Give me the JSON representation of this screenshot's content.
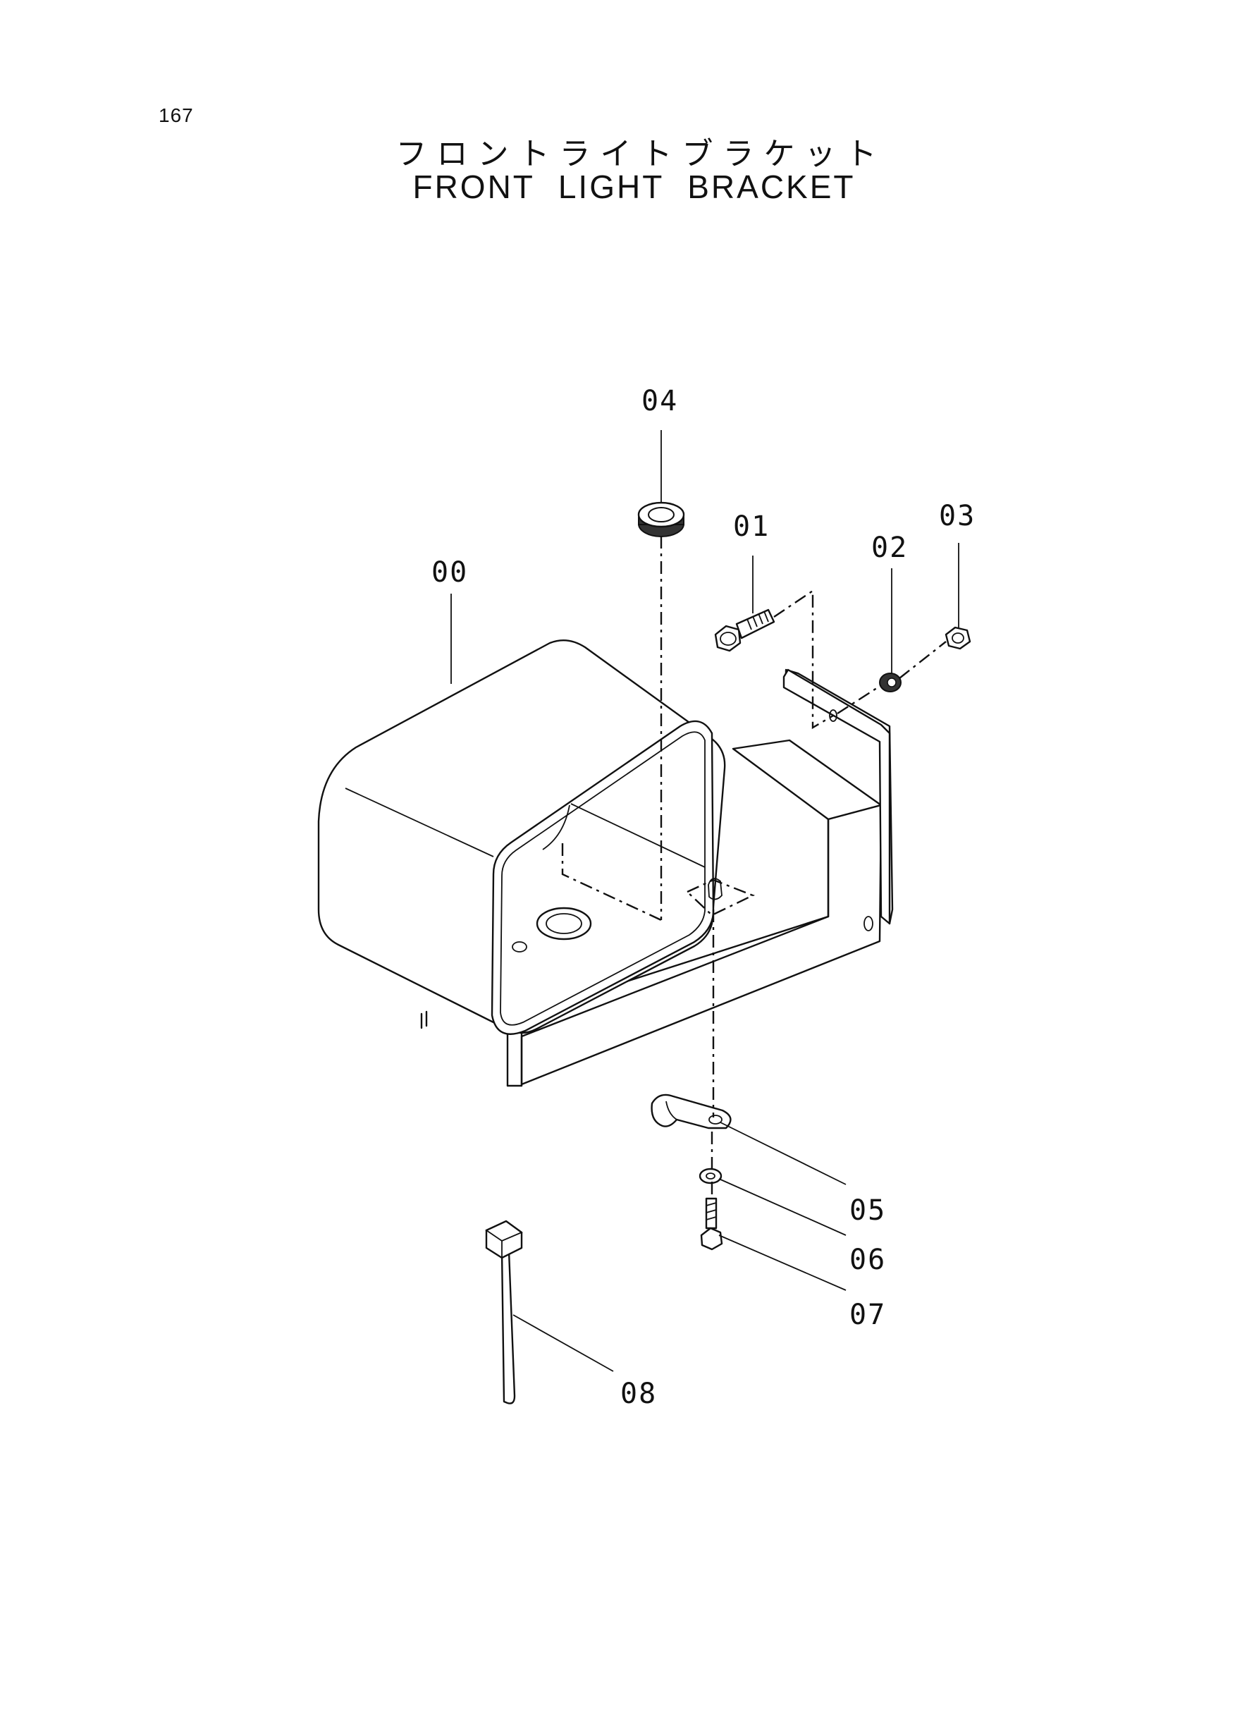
{
  "page": {
    "number": "167"
  },
  "title": {
    "japanese": "フロントライトブラケット",
    "english": "FRONT LIGHT BRACKET"
  },
  "callouts": {
    "c00": "00",
    "c01": "01",
    "c02": "02",
    "c03": "03",
    "c04": "04",
    "c05": "05",
    "c06": "06",
    "c07": "07",
    "c08": "08"
  }
}
